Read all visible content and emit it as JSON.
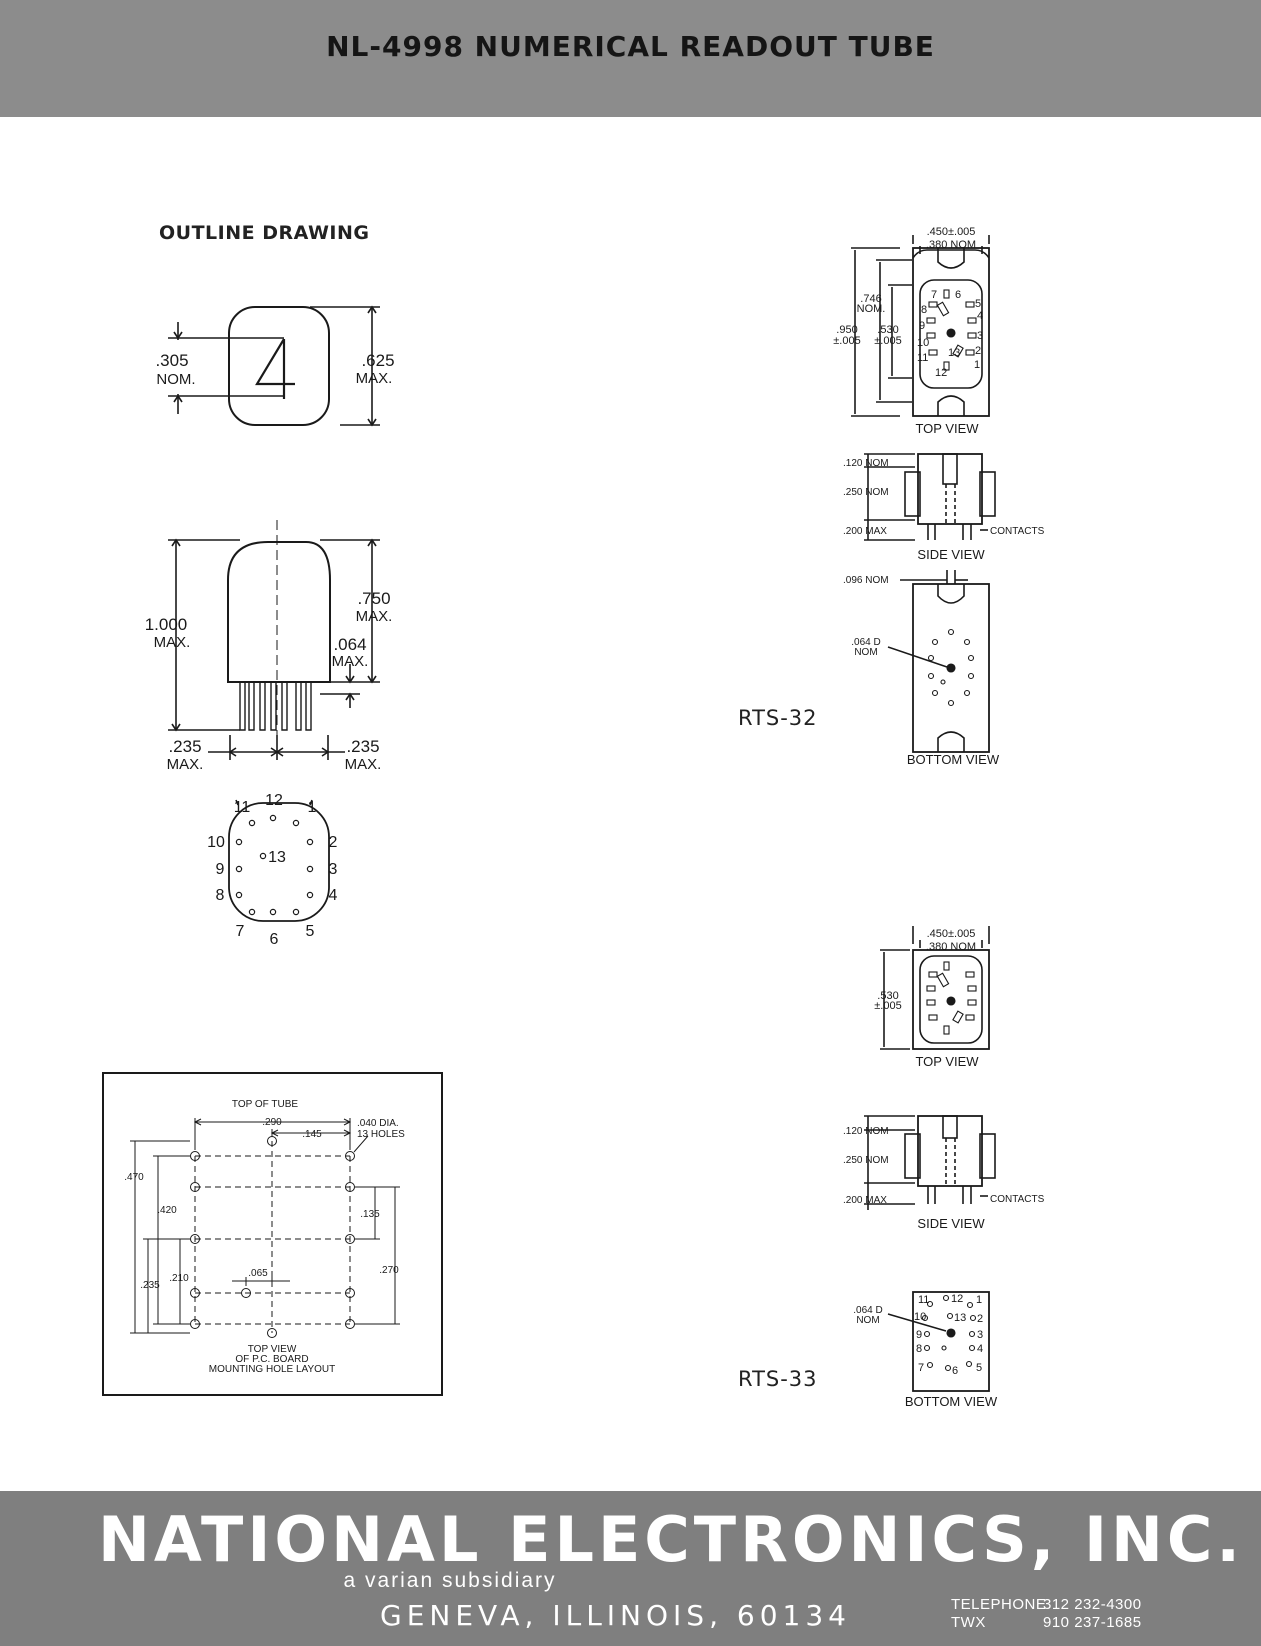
{
  "header": {
    "title": "NL-4998 NUMERICAL READOUT TUBE"
  },
  "outline": {
    "title": "OUTLINE DRAWING",
    "digit": "4",
    "digit_height": ".305",
    "digit_height_note": "NOM.",
    "face_height": ".625",
    "face_height_note": "MAX.",
    "body_height": "1.000",
    "body_height_note": "MAX.",
    "dome_height": ".750",
    "dome_height_note": "MAX.",
    "base_gap": ".064",
    "base_gap_note": "MAX.",
    "pin_left": ".235",
    "pin_left_note": "MAX.",
    "pin_right": ".235",
    "pin_right_note": "MAX.",
    "pins": {
      "p11": "11",
      "p12": "12",
      "p1": "1",
      "p10": "10",
      "p2": "2",
      "p9": "9",
      "p3": "3",
      "p8": "8",
      "p4": "4",
      "p7": "7",
      "p6": "6",
      "p5": "5",
      "p13": "13"
    }
  },
  "layout": {
    "top_of_tube": "TOP OF TUBE",
    "d290": ".290",
    "d145": ".145",
    "holes_dia": ".040 DIA.",
    "holes_count": "13 HOLES",
    "d470": ".470",
    "d420": ".420",
    "d135": ".135",
    "d270": ".270",
    "d065": ".065",
    "d235": ".235",
    "d210": ".210",
    "caption1": "TOP VIEW",
    "caption2": "OF P.C. BOARD",
    "caption3": "MOUNTING HOLE LAYOUT"
  },
  "rts32": {
    "model": "RTS-32",
    "width": ".450±.005",
    "inner_width": ".380 NOM",
    "d746": ".746",
    "d746_note": "NOM.",
    "d950": ".950",
    "d950_tol": "±.005",
    "d530": ".530",
    "d530_tol": "±.005",
    "top_view": "TOP VIEW",
    "d120": ".120 NOM",
    "d250": ".250 NOM",
    "d200": ".200 MAX",
    "contacts": "CONTACTS",
    "side_view": "SIDE VIEW",
    "d096": ".096 NOM",
    "d064": ".064 D",
    "d064_note": "NOM",
    "bottom_view": "BOTTOM VIEW",
    "pins": {
      "p7": "7",
      "p6": "6",
      "p5": "5",
      "p8": "8",
      "p4": "4",
      "p9": "9",
      "p3": "3",
      "p10": "10",
      "p13": "13",
      "p2": "2",
      "p11": "11",
      "p1": "1",
      "p12": "12"
    }
  },
  "rts33": {
    "model": "RTS-33",
    "width": ".450±.005",
    "inner_width": ".380 NOM",
    "d530": ".530",
    "d530_tol": "±.005",
    "top_view": "TOP VIEW",
    "d120": ".120 NOM",
    "d250": ".250 NOM",
    "d200": ".200 MAX",
    "contacts": "CONTACTS",
    "side_view": "SIDE VIEW",
    "d064": ".064 D",
    "d064_note": "NOM",
    "bottom_view": "BOTTOM VIEW",
    "pins": {
      "p11": "11",
      "p12": "12",
      "p1": "1",
      "p10": "10",
      "p13": "13",
      "p2": "2",
      "p9": "9",
      "p3": "3",
      "p8": "8",
      "p4": "4",
      "p7": "7",
      "p6": "6",
      "p5": "5"
    }
  },
  "footer": {
    "company": "NATIONAL ELECTRONICS, INC.",
    "subsidiary": "a varian subsidiary",
    "city": "GENEVA, ILLINOIS, 60134",
    "telephone_label": "TELEPHONE",
    "telephone": "312 232-4300",
    "twx_label": "TWX",
    "twx": "910 237-1685"
  }
}
